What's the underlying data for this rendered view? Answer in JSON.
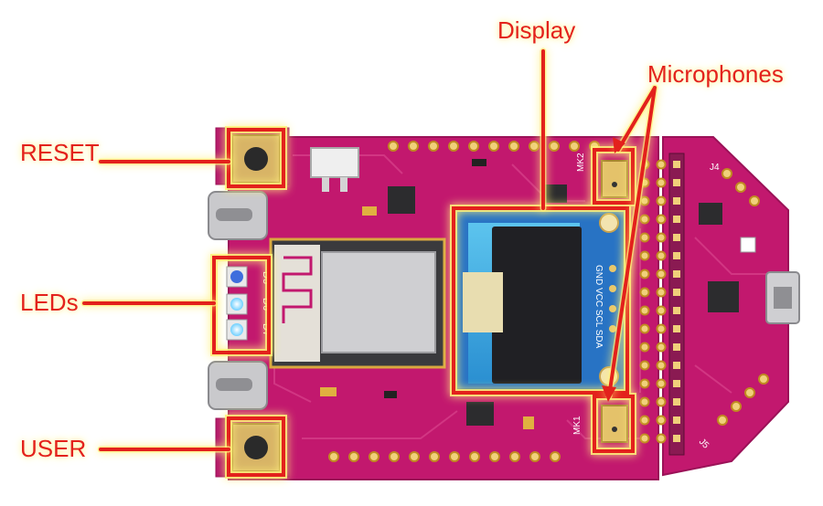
{
  "callouts": {
    "display": "Display",
    "microphones": "Microphones",
    "reset": "RESET",
    "leds": "LEDs",
    "user": "USER"
  },
  "silkscreen": {
    "oled_pins": "GND VCC SCL SDA",
    "led_d5": "D5",
    "led_d6": "D6",
    "led_d7": "D7",
    "mic_mk1": "MK1",
    "mic_mk2": "MK2",
    "header_j4": "J4",
    "header_j5": "J5"
  },
  "colors": {
    "pcb": "#c2186e",
    "pcb_dark": "#a5135d",
    "callout_red": "#e3211c",
    "glow": "#fff27a",
    "gold": "#d9a93f"
  }
}
